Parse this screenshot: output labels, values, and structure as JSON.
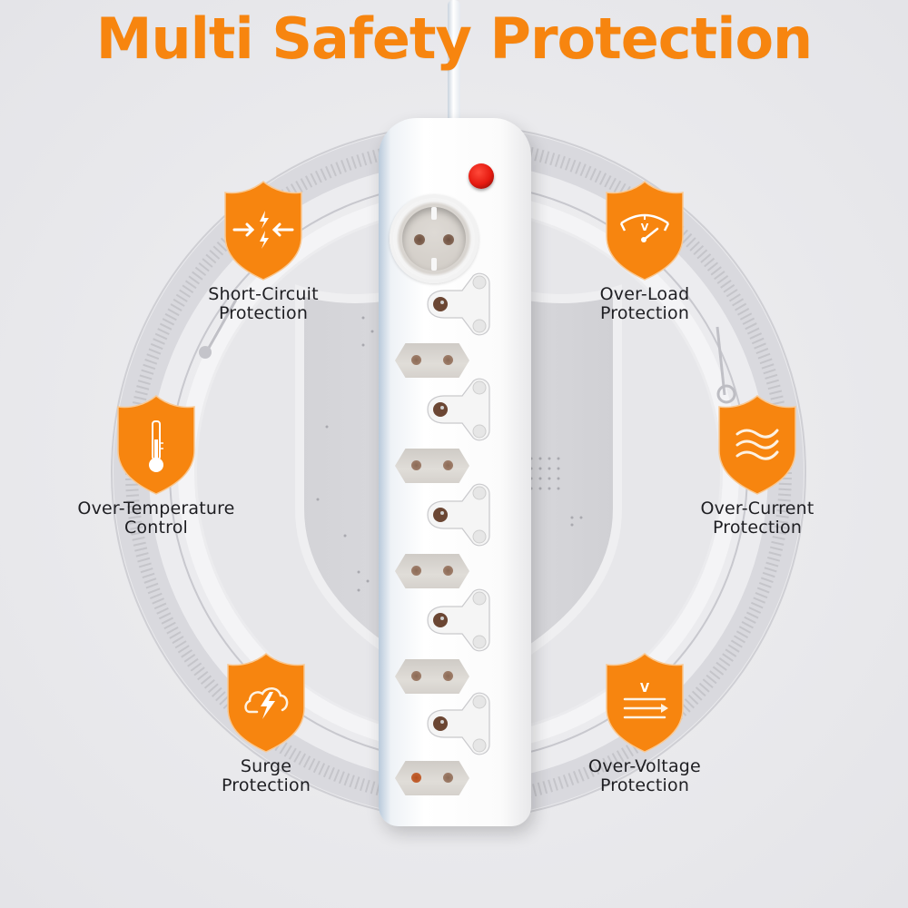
{
  "title": "Multi Safety Protection",
  "colors": {
    "accent": "#f7850f",
    "shield_orange": "#f7850f",
    "shield_outline": "#f9c892",
    "label_text": "#1e1e22",
    "background": "#ececef",
    "power_switch": "#e51a10"
  },
  "product": {
    "name": "power-strip",
    "has_power_switch": true,
    "schuko_sockets": 1,
    "three_pin_sockets": 5,
    "euro_sockets": 5
  },
  "features": [
    {
      "id": "short-circuit",
      "icon": "arrows-converging-lightning-icon",
      "line1": "Short-Circuit",
      "line2": "Protection"
    },
    {
      "id": "over-load",
      "icon": "voltmeter-gauge-icon",
      "line1": "Over-Load",
      "line2": "Protection"
    },
    {
      "id": "over-temperature",
      "icon": "thermometer-icon",
      "line1": "Over-Temperature",
      "line2": "Control"
    },
    {
      "id": "over-current",
      "icon": "waves-icon",
      "line1": "Over-Current",
      "line2": "Protection"
    },
    {
      "id": "surge",
      "icon": "cloud-lightning-icon",
      "line1": "Surge",
      "line2": "Protection"
    },
    {
      "id": "over-voltage",
      "icon": "voltage-arrow-icon",
      "line1": "Over-Voltage",
      "line2": "Protection"
    }
  ],
  "icon_glyphs": {
    "gauge_letter": "V",
    "voltage_letter": "V"
  }
}
